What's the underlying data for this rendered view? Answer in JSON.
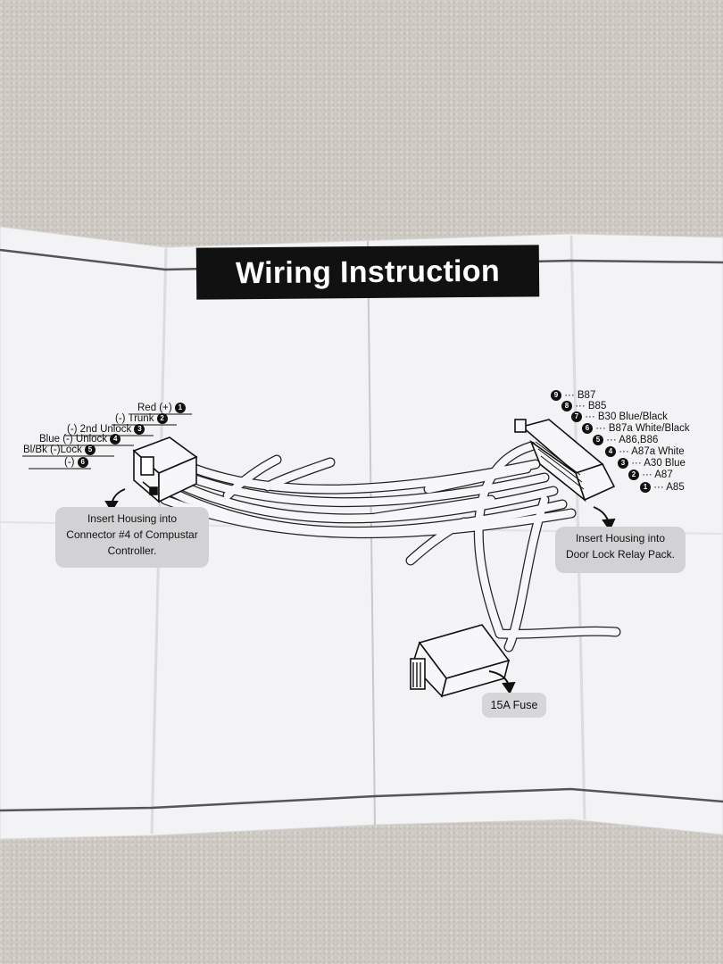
{
  "title": "Wiring Instruction",
  "left_connector_pins": [
    {
      "text": "Red  (+)",
      "num": "1"
    },
    {
      "text": "(-) Trunk",
      "num": "2"
    },
    {
      "text": "(-) 2nd Unlock",
      "num": "3"
    },
    {
      "text": "Blue (-) Unlock",
      "num": "4"
    },
    {
      "text": "Bl/Bk  (-)Lock",
      "num": "5"
    },
    {
      "text": "(-)",
      "num": "6"
    }
  ],
  "right_connector_pins": [
    {
      "num": "9",
      "text": "··· B87"
    },
    {
      "num": "8",
      "text": "··· B85"
    },
    {
      "num": "7",
      "text": "··· B30  Blue/Black"
    },
    {
      "num": "6",
      "text": "··· B87a  White/Black"
    },
    {
      "num": "5",
      "text": "··· A86,B86"
    },
    {
      "num": "4",
      "text": "··· A87a  White"
    },
    {
      "num": "3",
      "text": "··· A30  Blue"
    },
    {
      "num": "2",
      "text": "··· A87"
    },
    {
      "num": "1",
      "text": "··· A85"
    }
  ],
  "callout_left": {
    "line1": "Insert Housing into",
    "line2": "Connector #4 of Compustar",
    "line3": "Controller."
  },
  "callout_right": {
    "line1": "Insert Housing into",
    "line2": "Door Lock Relay Pack."
  },
  "fuse_label": "15A Fuse",
  "colors": {
    "sheet": "#f4f4f6",
    "ink": "#111111",
    "background": "#cfcbc4"
  }
}
